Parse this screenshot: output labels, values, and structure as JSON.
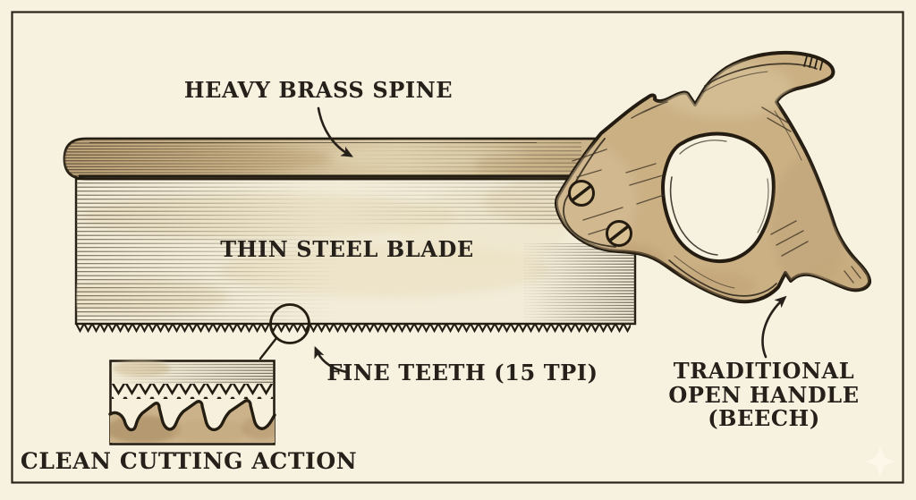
{
  "illustration": {
    "annotations": {
      "spine_label": "HEAVY BRASS SPINE",
      "blade_label": "THIN STEEL BLADE",
      "teeth_label": "FINE TEETH (15 TPI)",
      "handle_label_line1": "TRADITIONAL",
      "handle_label_line2": "OPEN HANDLE",
      "handle_label_line3": "(BEECH)",
      "inset_caption": "CLEAN CUTTING ACTION"
    },
    "colors": {
      "background": "#f7f1e0",
      "ink": "#26201a",
      "brass_spine": "#cdb68c",
      "steel_blade": "#f2ebd6",
      "wood_handle": "#c9ad80",
      "wood_dark": "#b2946a"
    },
    "icons": {
      "sparkle": "four-point-star-watermark",
      "magnifier": "detail-callout-circle"
    }
  }
}
